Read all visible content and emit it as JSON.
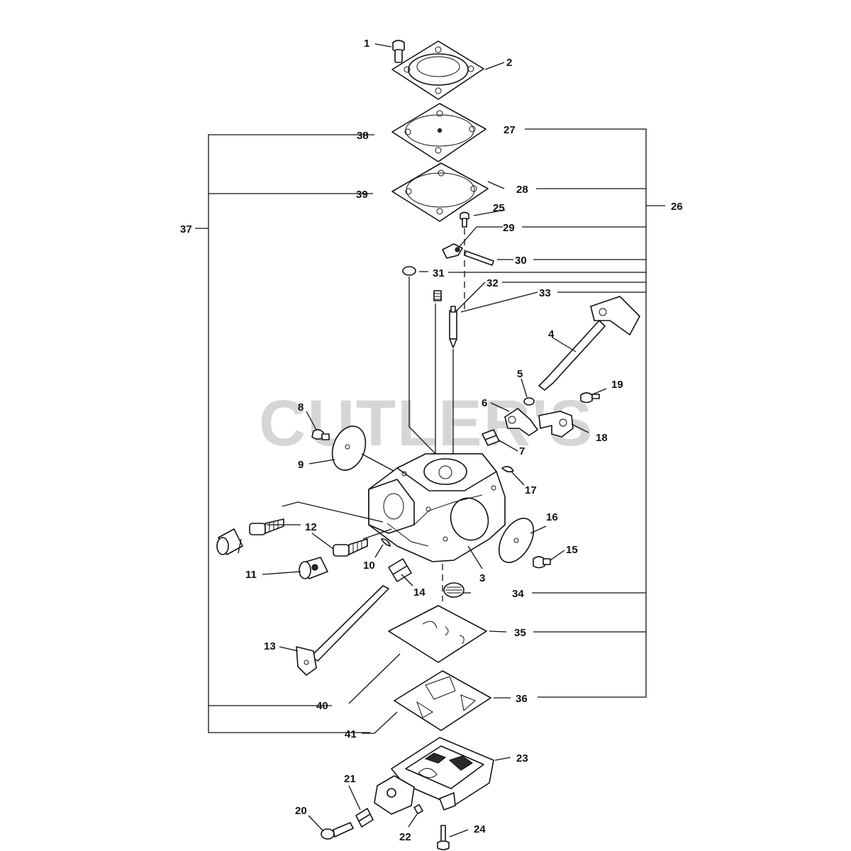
{
  "watermark": "CUTLER'S",
  "callouts": [
    "1",
    "2",
    "3",
    "4",
    "5",
    "6",
    "7",
    "8",
    "9",
    "10",
    "11",
    "12",
    "13",
    "14",
    "15",
    "16",
    "17",
    "18",
    "19",
    "20",
    "21",
    "22",
    "23",
    "24",
    "25",
    "26",
    "27",
    "28",
    "29",
    "30",
    "31",
    "32",
    "33",
    "34",
    "35",
    "36",
    "37",
    "38",
    "39",
    "40",
    "41"
  ]
}
